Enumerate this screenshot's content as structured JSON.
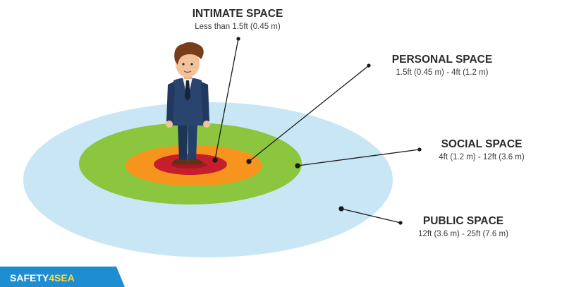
{
  "zones": [
    {
      "title": "INTIMATE SPACE",
      "range": "Less than 1.5ft (0.45 m)",
      "color": "#c61f2b"
    },
    {
      "title": "PERSONAL SPACE",
      "range": "1.5ft (0.45 m) - 4ft (1.2 m)",
      "color": "#f7941d"
    },
    {
      "title": "SOCIAL SPACE",
      "range": "4ft (1.2 m) - 12ft (3.6 m)",
      "color": "#8cc63f"
    },
    {
      "title": "PUBLIC SPACE",
      "range": "12ft (3.6 m) - 25ft (7.6 m)",
      "color": "#c9e6f5"
    }
  ],
  "brand": {
    "part1": "SAFETY",
    "part2": "4SEA",
    "color": "#1f8ed1"
  },
  "figure": "man-standing-figure"
}
